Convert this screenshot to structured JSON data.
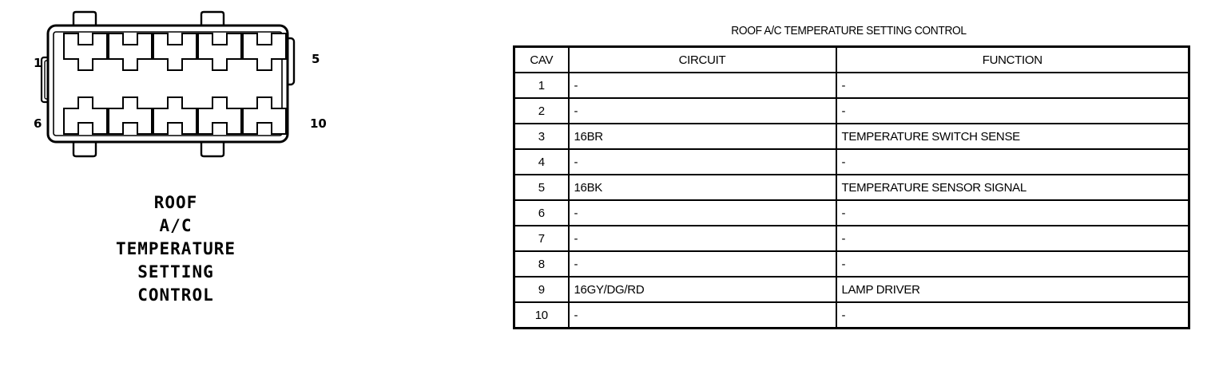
{
  "connector": {
    "caption_lines": [
      "ROOF",
      "A/C",
      "TEMPERATURE",
      "SETTING",
      "CONTROL"
    ],
    "pin_labels": {
      "top_left": "1",
      "bottom_left": "6",
      "top_right": "5",
      "bottom_right": "10"
    },
    "cavity_count": 10,
    "cavity_rows": 2,
    "cavity_columns": 5,
    "line_color": "#000000",
    "body_fill": "#ffffff"
  },
  "table": {
    "title": "ROOF A/C TEMPERATURE SETTING CONTROL",
    "columns": [
      "CAV",
      "CIRCUIT",
      "FUNCTION"
    ],
    "rows": [
      {
        "cav": "1",
        "circuit": "-",
        "function": "-"
      },
      {
        "cav": "2",
        "circuit": "-",
        "function": "-"
      },
      {
        "cav": "3",
        "circuit": "16BR",
        "function": "TEMPERATURE SWITCH SENSE"
      },
      {
        "cav": "4",
        "circuit": "-",
        "function": "-"
      },
      {
        "cav": "5",
        "circuit": "16BK",
        "function": "TEMPERATURE SENSOR SIGNAL"
      },
      {
        "cav": "6",
        "circuit": "-",
        "function": "-"
      },
      {
        "cav": "7",
        "circuit": "-",
        "function": "-"
      },
      {
        "cav": "8",
        "circuit": "-",
        "function": "-"
      },
      {
        "cav": "9",
        "circuit": "16GY/DG/RD",
        "function": "LAMP DRIVER"
      },
      {
        "cav": "10",
        "circuit": "-",
        "function": "-"
      }
    ]
  }
}
